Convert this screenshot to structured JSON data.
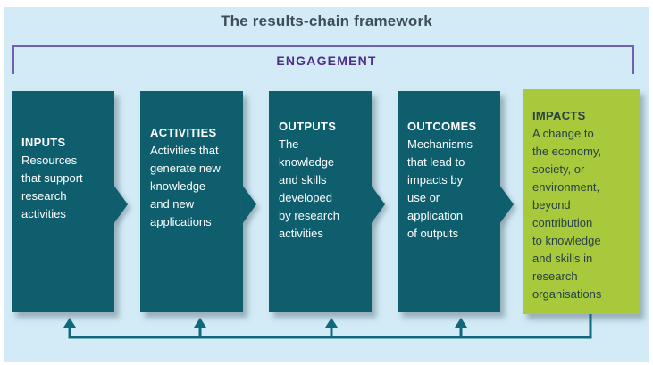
{
  "title": "The results-chain framework",
  "engagement": {
    "label": "ENGAGEMENT"
  },
  "stages": [
    {
      "name": "INPUTS",
      "description": "Resources\nthat support\nresearch\nactivities"
    },
    {
      "name": "ACTIVITIES",
      "description": "Activities that\ngenerate new\nknowledge\nand new\napplications"
    },
    {
      "name": "OUTPUTS",
      "description": "The\nknowledge\nand skills\ndeveloped\nby research\nactivities"
    },
    {
      "name": "OUTCOMES",
      "description": "Mechanisms\nthat lead to\nimpacts by\nuse or\napplication\nof outputs"
    },
    {
      "name": "IMPACTS",
      "description": "A change to\nthe economy,\nsociety, or\nenvironment,\nbeyond\ncontribution\nto knowledge\nand skills in\nresearch\norganisations"
    }
  ],
  "colors": {
    "background": "#d2ebf6",
    "stage_teal": "#0e5e6e",
    "impacts_green": "#a9c93c",
    "impacts_text": "#263f45",
    "engagement_purple": "#4f2d87",
    "bracket_purple": "#6f61ad",
    "title_text": "#3e4e58",
    "feedback_teal": "#11687a"
  }
}
